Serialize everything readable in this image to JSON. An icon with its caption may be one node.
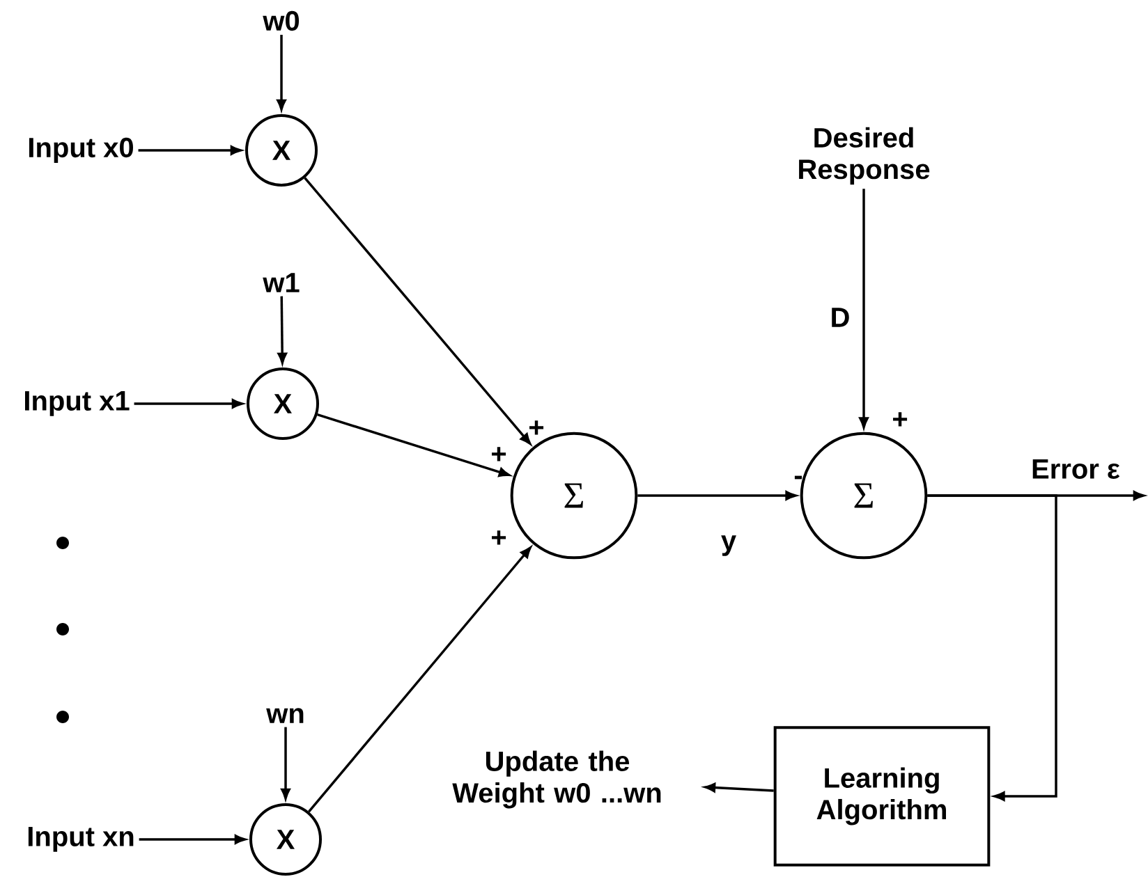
{
  "diagram": {
    "nodes": [
      {
        "text": [
          "Input x0"
        ]
      },
      {
        "text": [
          "w0"
        ]
      },
      {
        "text": [
          "X"
        ]
      },
      {
        "text": [
          "Input x1"
        ]
      },
      {
        "text": [
          "w1"
        ]
      },
      {
        "text": [
          "X"
        ]
      },
      {
        "text": [
          "Input xn"
        ]
      },
      {
        "text": [
          "wn"
        ]
      },
      {
        "text": [
          "X"
        ]
      },
      {
        "text": [
          "Σ"
        ]
      },
      {
        "text": [
          "Σ"
        ]
      },
      {
        "text": [
          "Desired Response"
        ]
      },
      {
        "text": [
          "Learning Algorithm"
        ]
      },
      {
        "text": [
          "Update the Weight w0 ...wn"
        ]
      }
    ],
    "edges": [
      {
        "from": 0,
        "to": 2,
        "arrow": "to"
      },
      {
        "from": 1,
        "to": 2,
        "arrow": "to"
      },
      {
        "from": 2,
        "to": 9,
        "arrow": "to"
      },
      {
        "from": 3,
        "to": 5,
        "arrow": "to"
      },
      {
        "from": 4,
        "to": 5,
        "arrow": "to"
      },
      {
        "from": 5,
        "to": 9,
        "arrow": "to"
      },
      {
        "from": 6,
        "to": 8,
        "arrow": "to"
      },
      {
        "from": 7,
        "to": 8,
        "arrow": "to"
      },
      {
        "from": 8,
        "to": 9,
        "arrow": "to"
      },
      {
        "from": 9,
        "to": 10,
        "arrow": "to",
        "label": "y"
      },
      {
        "from": 11,
        "to": 10,
        "arrow": "to",
        "label": "D"
      },
      {
        "from": 10,
        "to": null,
        "arrow": "to",
        "label": "Error ε"
      },
      {
        "from": 10,
        "to": 12,
        "arrow": "to"
      },
      {
        "from": 12,
        "to": 13,
        "arrow": "to"
      }
    ],
    "labels": [
      "+",
      "+",
      "+",
      "+",
      "-"
    ]
  }
}
